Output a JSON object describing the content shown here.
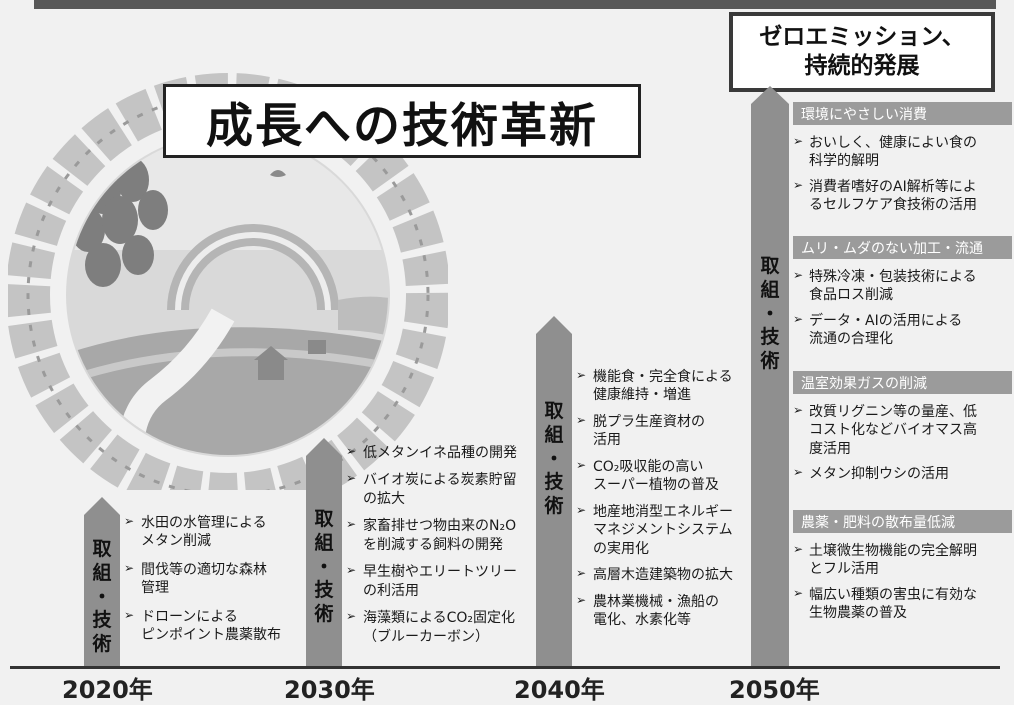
{
  "title": "成長への技術革新",
  "goal": [
    "ゼロエミッション、",
    "持続的発展"
  ],
  "years": [
    "2020年",
    "2030年",
    "2040年",
    "2050年"
  ],
  "col2020": {
    "label": [
      "取",
      "組",
      "・",
      "技",
      "術"
    ],
    "items": [
      [
        "水田の水管理による",
        "メタン削減"
      ],
      [
        "間伐等の適切な森林",
        "管理"
      ],
      [
        "ドローンによる",
        "ピンポイント農薬散布"
      ]
    ]
  },
  "col2030": {
    "label": [
      "取",
      "組",
      "・",
      "技",
      "術"
    ],
    "items": [
      [
        "低メタンイネ品種の開発"
      ],
      [
        "バイオ炭による炭素貯留",
        "の拡大"
      ],
      [
        "家畜排せつ物由来のN₂O",
        "を削減する飼料の開発"
      ],
      [
        "早生樹やエリートツリー",
        "の利活用"
      ],
      [
        "海藻類によるCO₂固定化",
        "（ブルーカーボン）"
      ]
    ]
  },
  "col2040": {
    "label": [
      "取",
      "組",
      "・",
      "技",
      "術"
    ],
    "items": [
      [
        "機能食・完全食による",
        "健康維持・増進"
      ],
      [
        "脱プラ生産資材の",
        "活用"
      ],
      [
        "CO₂吸収能の高い",
        "スーパー植物の普及"
      ],
      [
        "地産地消型エネルギー",
        "マネジメントシステム",
        "の実用化"
      ],
      [
        "高層木造建築物の拡大"
      ],
      [
        "農林業機械・漁船の",
        "電化、水素化等"
      ]
    ]
  },
  "col2050": {
    "label": [
      "取",
      "組",
      "・",
      "技",
      "術"
    ],
    "categories": [
      {
        "title": "環境にやさしい消費",
        "items": [
          [
            "おいしく、健康によい食の",
            "科学的解明"
          ],
          [
            "消費者嗜好のAI解析等によ",
            "るセルフケア食技術の活用"
          ]
        ]
      },
      {
        "title": "ムリ・ムダのない加工・流通",
        "items": [
          [
            "特殊冷凍・包装技術による",
            "食品ロス削減"
          ],
          [
            "データ・AIの活用による",
            "流通の合理化"
          ]
        ]
      },
      {
        "title": "温室効果ガスの削減",
        "items": [
          [
            "改質リグニン等の量産、低",
            "コスト化などバイオマス高",
            "度活用"
          ],
          [
            "メタン抑制ウシの活用"
          ]
        ]
      },
      {
        "title": "農薬・肥料の散布量低減",
        "items": [
          [
            "土壌微生物機能の完全解明",
            "とフル活用"
          ],
          [
            "幅広い種類の害虫に有効な",
            "生物農薬の普及"
          ]
        ]
      }
    ]
  }
}
